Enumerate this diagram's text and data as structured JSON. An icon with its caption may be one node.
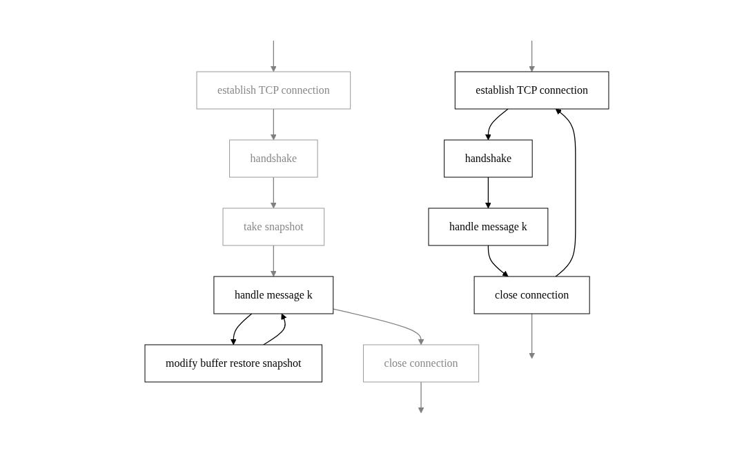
{
  "diagram": {
    "nodes": [
      {
        "text": [
          "establish TCP connection"
        ]
      },
      {
        "text": [
          "handshake"
        ]
      },
      {
        "text": [
          "handle message k"
        ]
      },
      {
        "text": [
          "close connection"
        ]
      },
      {
        "text": [
          "establish TCP connection"
        ]
      },
      {
        "text": [
          "handshake"
        ]
      },
      {
        "text": [
          "take snapshot"
        ]
      },
      {
        "text": [
          "handle message k"
        ]
      },
      {
        "text": [
          "modify buffer restore snapshot"
        ]
      },
      {
        "text": [
          "close connection"
        ]
      }
    ],
    "edges": [
      {
        "from": null,
        "to": 0,
        "arrow": "to"
      },
      {
        "from": 0,
        "to": 1,
        "arrow": "to",
        "color": "#000000"
      },
      {
        "from": 1,
        "to": 2,
        "arrow": "to",
        "color": "#000000"
      },
      {
        "from": 2,
        "to": 3,
        "arrow": "to",
        "color": "#000000"
      },
      {
        "from": 3,
        "to": 0,
        "arrow": "to",
        "color": "#000000"
      },
      {
        "from": 3,
        "to": null,
        "arrow": "to"
      },
      {
        "from": null,
        "to": 4,
        "arrow": "to"
      },
      {
        "from": 4,
        "to": 5,
        "arrow": "to"
      },
      {
        "from": 5,
        "to": 6,
        "arrow": "to"
      },
      {
        "from": 6,
        "to": 7,
        "arrow": "to"
      },
      {
        "from": 7,
        "to": 8,
        "arrow": "to",
        "color": "#000000"
      },
      {
        "from": 8,
        "to": 7,
        "arrow": "to",
        "color": "#000000"
      },
      {
        "from": 7,
        "to": 9,
        "arrow": "to"
      },
      {
        "from": 9,
        "to": null,
        "arrow": "to"
      }
    ]
  }
}
